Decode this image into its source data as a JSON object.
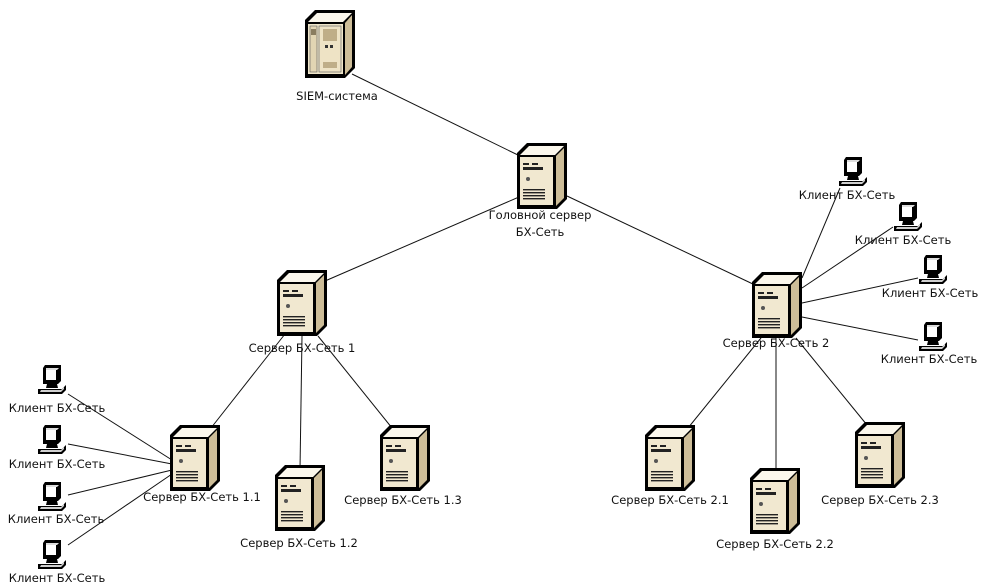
{
  "diagram": {
    "title": "Сеть БХ-Сеть",
    "colors": {
      "server_body": "#f3ead3",
      "server_side": "#c9b995",
      "outline": "#000000",
      "line": "#111111",
      "screen": "#ffffff"
    },
    "nodes": [
      {
        "id": "siem",
        "type": "tower",
        "label_lines": [
          "SIEM-система"
        ]
      },
      {
        "id": "head",
        "type": "server",
        "label_lines": [
          "Головной сервер",
          "БХ-Сеть"
        ]
      },
      {
        "id": "s1",
        "type": "server",
        "label_lines": [
          "Сервер БХ-Сеть 1"
        ]
      },
      {
        "id": "s2",
        "type": "server",
        "label_lines": [
          "Сервер БХ-Сеть 2"
        ]
      },
      {
        "id": "s11",
        "type": "server",
        "label_lines": [
          "Сервер БХ-Сеть 1.1"
        ]
      },
      {
        "id": "s12",
        "type": "server",
        "label_lines": [
          "Сервер БХ-Сеть 1.2"
        ]
      },
      {
        "id": "s13",
        "type": "server",
        "label_lines": [
          "Сервер БХ-Сеть 1.3"
        ]
      },
      {
        "id": "s21",
        "type": "server",
        "label_lines": [
          "Сервер БХ-Сеть 2.1"
        ]
      },
      {
        "id": "s22",
        "type": "server",
        "label_lines": [
          "Сервер БХ-Сеть 2.2"
        ]
      },
      {
        "id": "s23",
        "type": "server",
        "label_lines": [
          "Сервер БХ-Сеть 2.3"
        ]
      },
      {
        "id": "c11a",
        "type": "client",
        "label_lines": [
          "Клиент БХ-Сеть"
        ]
      },
      {
        "id": "c11b",
        "type": "client",
        "label_lines": [
          "Клиент БХ-Сеть"
        ]
      },
      {
        "id": "c11c",
        "type": "client",
        "label_lines": [
          "Клиент БХ-Сеть"
        ]
      },
      {
        "id": "c11d",
        "type": "client",
        "label_lines": [
          "Клиент БХ-Сеть"
        ]
      },
      {
        "id": "c2a",
        "type": "client",
        "label_lines": [
          "Клиент БХ-Сеть"
        ]
      },
      {
        "id": "c2b",
        "type": "client",
        "label_lines": [
          "Клиент БХ-Сеть"
        ]
      },
      {
        "id": "c2c",
        "type": "client",
        "label_lines": [
          "Клиент БХ-Сеть"
        ]
      },
      {
        "id": "c2d",
        "type": "client",
        "label_lines": [
          "Клиент БХ-Сеть"
        ]
      }
    ],
    "edges": [
      [
        "siem",
        "head"
      ],
      [
        "head",
        "s1"
      ],
      [
        "head",
        "s2"
      ],
      [
        "s1",
        "s11"
      ],
      [
        "s1",
        "s12"
      ],
      [
        "s1",
        "s13"
      ],
      [
        "s2",
        "s21"
      ],
      [
        "s2",
        "s22"
      ],
      [
        "s2",
        "s23"
      ],
      [
        "s11",
        "c11a"
      ],
      [
        "s11",
        "c11b"
      ],
      [
        "s11",
        "c11c"
      ],
      [
        "s11",
        "c11d"
      ],
      [
        "s2",
        "c2a"
      ],
      [
        "s2",
        "c2b"
      ],
      [
        "s2",
        "c2c"
      ],
      [
        "s2",
        "c2d"
      ]
    ]
  }
}
